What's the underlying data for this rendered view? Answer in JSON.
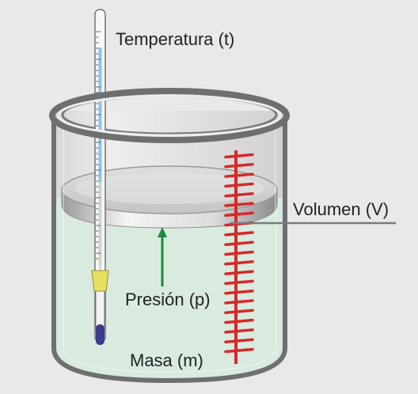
{
  "labels": {
    "temperature": "Temperatura (t)",
    "volume": "Volumen (V)",
    "pressure": "Presión (p)",
    "mass": "Masa (m)"
  },
  "colors": {
    "background": "#e9e9e9",
    "beaker_outline": "#6f6f6f",
    "liquid": "#d9eadf",
    "ruler": "#d42a2a",
    "pressure_arrow": "#1a8a3a",
    "thermometer_bulb": "#3b3b8a",
    "thermometer_collar": "#e8e060",
    "thermometer_column": "#8fc3e8"
  }
}
